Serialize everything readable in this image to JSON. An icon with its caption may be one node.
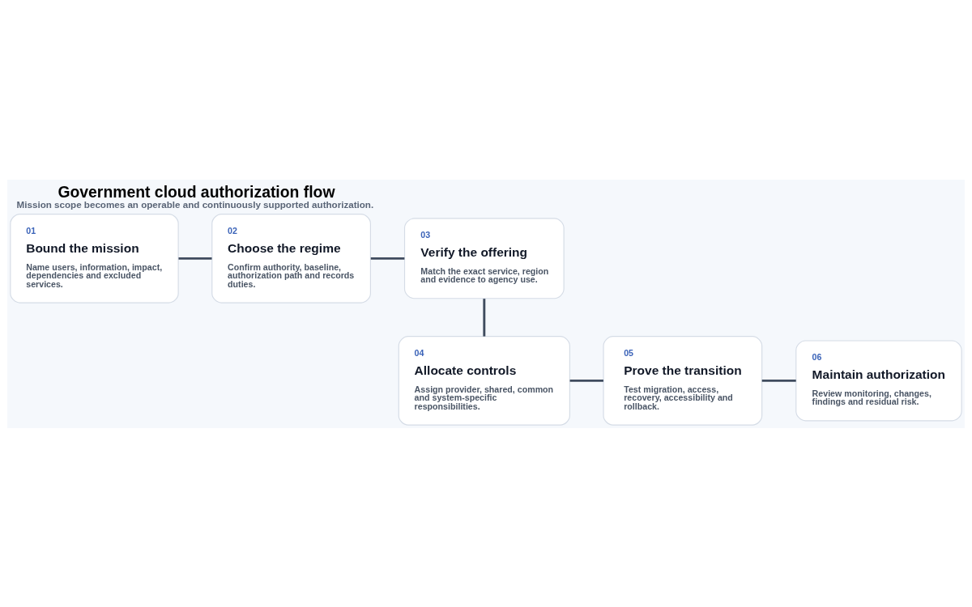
{
  "diagram": {
    "title": "Government cloud authorization flow",
    "caption": "Mission scope becomes an operable and continuously supported authorization.",
    "nodes": [
      {
        "text": [
          "01",
          "Bound the mission",
          "Name users, information, impact, dependencies and excluded services."
        ]
      },
      {
        "text": [
          "02",
          "Choose the regime",
          "Confirm authority, baseline, authorization path and records duties."
        ]
      },
      {
        "text": [
          "03",
          "Verify the offering",
          "Match the exact service, region and evidence to agency use."
        ]
      },
      {
        "text": [
          "04",
          "Allocate controls",
          "Assign provider, shared, common and system-specific responsibilities."
        ]
      },
      {
        "text": [
          "05",
          "Prove the transition",
          "Test migration, access, recovery, accessibility and rollback."
        ]
      },
      {
        "text": [
          "06",
          "Maintain authorization",
          "Review monitoring, changes, findings and residual risk."
        ]
      }
    ],
    "edges": [
      {
        "from": 0,
        "to": 1,
        "arrow": "none"
      },
      {
        "from": 1,
        "to": 2,
        "arrow": "none"
      },
      {
        "from": 2,
        "to": 3,
        "arrow": "none"
      },
      {
        "from": 3,
        "to": 4,
        "arrow": "none"
      },
      {
        "from": 4,
        "to": 5,
        "arrow": "none"
      }
    ]
  }
}
